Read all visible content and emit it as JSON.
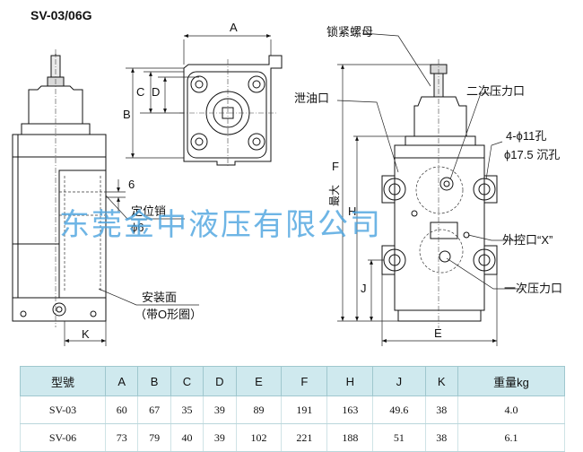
{
  "title": "SV-03/06G",
  "watermark": "东莞金中液压有限公司",
  "dims": {
    "A": "A",
    "B": "B",
    "C": "C",
    "D": "D",
    "E": "E",
    "F": "F",
    "F_prefix": "最大",
    "H": "H",
    "J": "J",
    "K": "K",
    "six": "6"
  },
  "callouts": {
    "lock_nut": "锁紧螺母",
    "drain_port": "泄油口",
    "secondary_pressure_port": "二次压力口",
    "holes_line1": "4-ϕ11孔",
    "holes_line2": "ϕ17.5 沉孔",
    "locating_pin_label": "定位销",
    "locating_pin_size": "ϕ6",
    "external_pilot_port": "外控口“X”",
    "primary_pressure_port": "一次压力口",
    "mounting_face": "安装面",
    "mounting_face_note": "（带O形圈）"
  },
  "table": {
    "headers": [
      "型號",
      "A",
      "B",
      "C",
      "D",
      "E",
      "F",
      "H",
      "J",
      "K",
      "重量kg"
    ],
    "rows": [
      [
        "SV-03",
        "60",
        "67",
        "35",
        "39",
        "89",
        "191",
        "163",
        "49.6",
        "38",
        "4.0"
      ],
      [
        "SV-06",
        "73",
        "79",
        "40",
        "39",
        "102",
        "221",
        "188",
        "51",
        "38",
        "6.1"
      ]
    ]
  }
}
